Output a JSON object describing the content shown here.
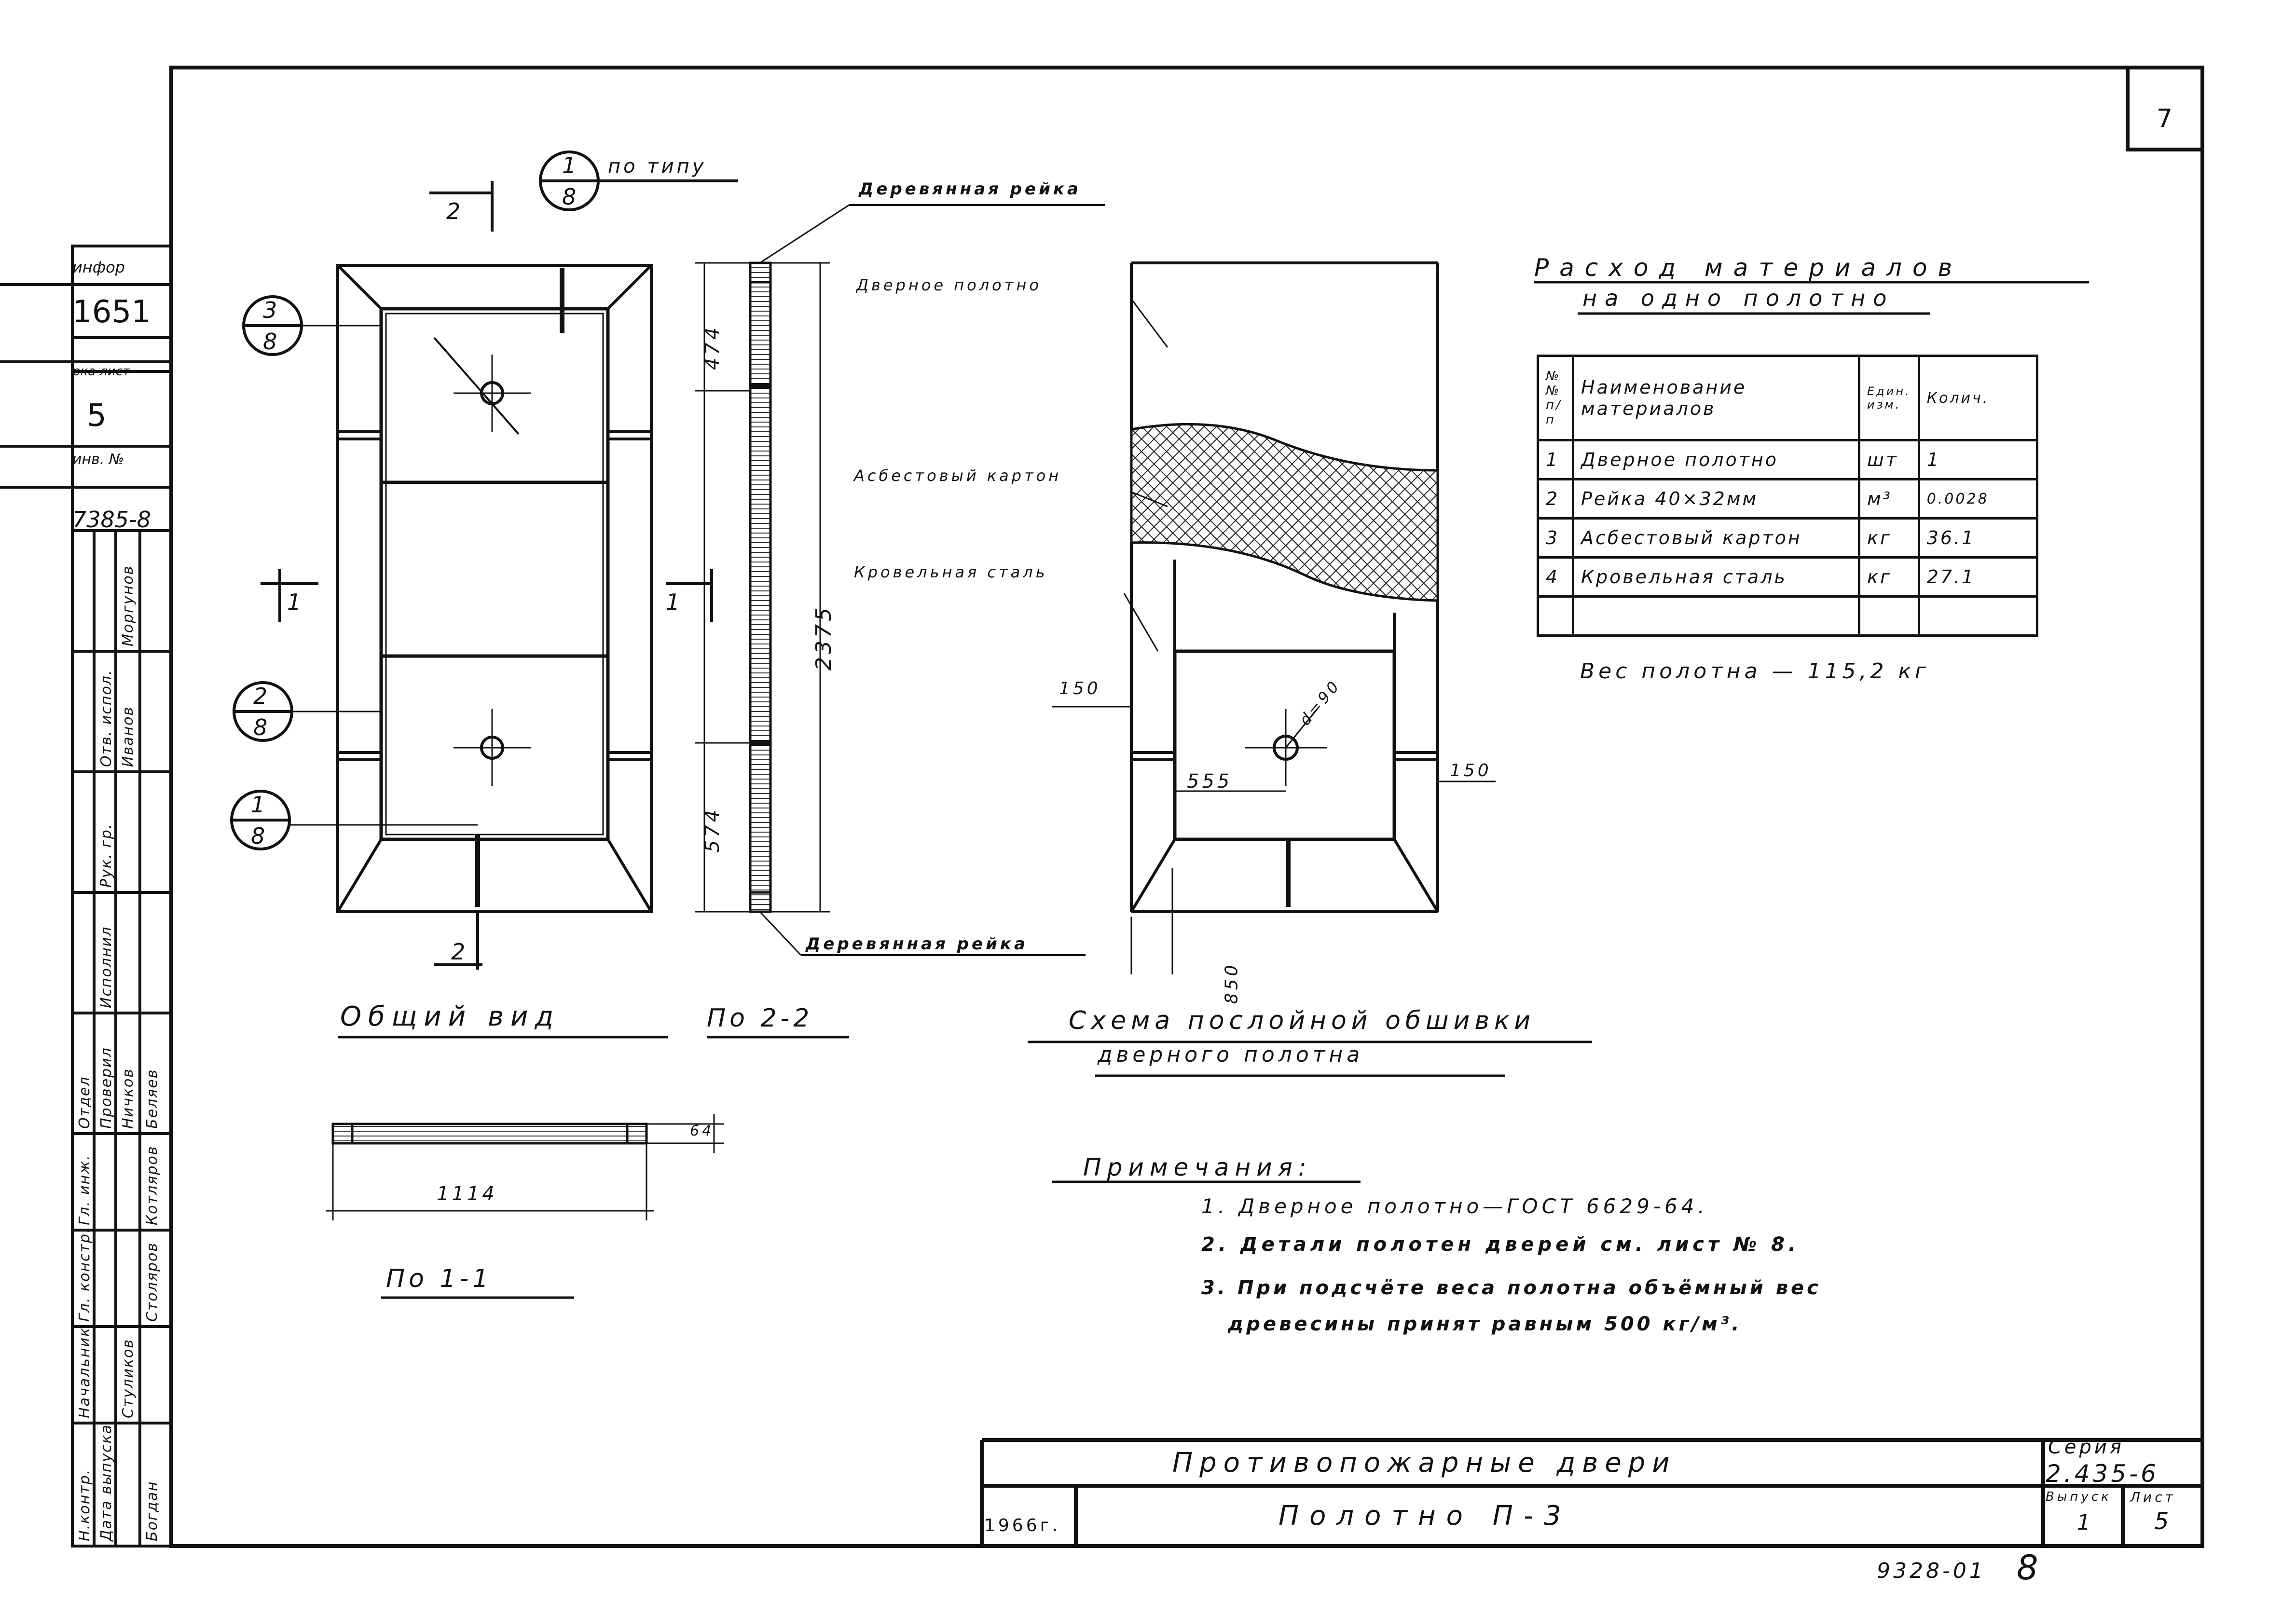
{
  "sheet": {
    "page_number": "7",
    "extra_page_marks": [
      "8",
      "9328-01"
    ]
  },
  "left_stamp": {
    "inv_label": "инфор",
    "inv_value": "1651",
    "sheet_label": "рка лист",
    "sheet_value": "5",
    "inv_no_label": "инв. №",
    "inv_no_value": "7385-8",
    "roles": [
      "Н.контр.",
      "Начальник",
      "Гл. констр.",
      "Гл. инж.",
      "Отдел",
      "Проверил",
      "Исполнил",
      "Рук. гр.",
      "Отв. испол.",
      "Дата выпуска"
    ],
    "names": [
      "Иванов",
      "Моргунов",
      "Ничков",
      "Беляев",
      "Котляров",
      "Столяров",
      "Стуликов",
      "Богдан"
    ]
  },
  "general_view": {
    "caption": "Общий вид",
    "callouts": [
      {
        "top": "1",
        "bottom": "8",
        "note": "по типу"
      },
      {
        "top": "3",
        "bottom": "8"
      },
      {
        "top": "2",
        "bottom": "8"
      },
      {
        "top": "1",
        "bottom": "8"
      }
    ],
    "section_marks": [
      "2",
      "2",
      "1",
      "1"
    ]
  },
  "section_22": {
    "caption": "По 2-2",
    "labels": {
      "top_rail": "Деревянная рейка",
      "door_leaf": "Дверное полотно",
      "asbestos": "Асбестовый картон",
      "steel": "Кровельная сталь",
      "bottom_rail": "Деревянная рейка"
    },
    "dims": [
      "474",
      "2375",
      "574"
    ]
  },
  "section_11": {
    "caption": "По 1-1",
    "dims": [
      "1114",
      "64"
    ]
  },
  "scheme": {
    "title_line1": "Схема послойной обшивки",
    "title_line2": "дверного полотна",
    "dims": [
      "150",
      "555",
      "d=90",
      "150",
      "850"
    ]
  },
  "materials": {
    "title_line1": "Расход материалов",
    "title_line2": "на одно полотно",
    "headers": [
      "№№ п/п",
      "Наименование материалов",
      "Един. изм.",
      "Колич."
    ],
    "rows": [
      [
        "1",
        "Дверное полотно",
        "шт",
        "1"
      ],
      [
        "2",
        "Рейка 40×32мм",
        "м³",
        "0.0028"
      ],
      [
        "3",
        "Асбестовый картон",
        "кг",
        "36.1"
      ],
      [
        "4",
        "Кровельная сталь",
        "кг",
        "27.1"
      ]
    ],
    "weight_note": "Вес полотна — 115,2 кг"
  },
  "notes": {
    "title": "Примечания:",
    "items": [
      "1. Дверное полотно—ГОСТ 6629-64.",
      "2. Детали полотен дверей см. лист № 8.",
      "3. При подсчёте веса полотна объёмный вес",
      "древесины принят равным 500 кг/м³."
    ]
  },
  "title_block": {
    "title": "Противопожарные двери",
    "subtitle": "Полотно П-3",
    "year": "1966г.",
    "series_label": "Серия",
    "series_value": "2.435-6",
    "issue_label": "Выпуск",
    "issue_value": "1",
    "sheet_label": "Лист",
    "sheet_value": "5"
  }
}
